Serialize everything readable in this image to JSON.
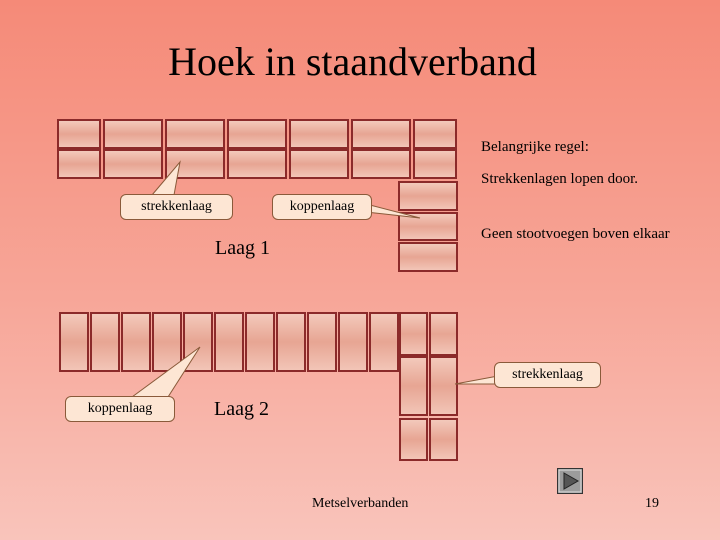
{
  "slide": {
    "title": "Hoek in staandverband",
    "rules_heading": "Belangrijke regel:",
    "rule_1": "Strekkenlagen lopen door.",
    "rule_2": "Geen stootvoegen boven elkaar",
    "laag1": {
      "label": "Laag 1",
      "callout_strek": "strekkenlaag",
      "callout_kop": "koppenlaag"
    },
    "laag2": {
      "label": "Laag 2",
      "callout_strek": "strekkenlaag",
      "callout_kop": "koppenlaag"
    },
    "footer_center": "Metselverbanden",
    "page_number": "19"
  },
  "colors": {
    "brick_border": "#8b2a2a",
    "brick_fill": "#e7a593",
    "callout_fill": "#fde6d4",
    "nav_fill": "#808080"
  },
  "icons": {
    "nav": "play-next-icon"
  }
}
